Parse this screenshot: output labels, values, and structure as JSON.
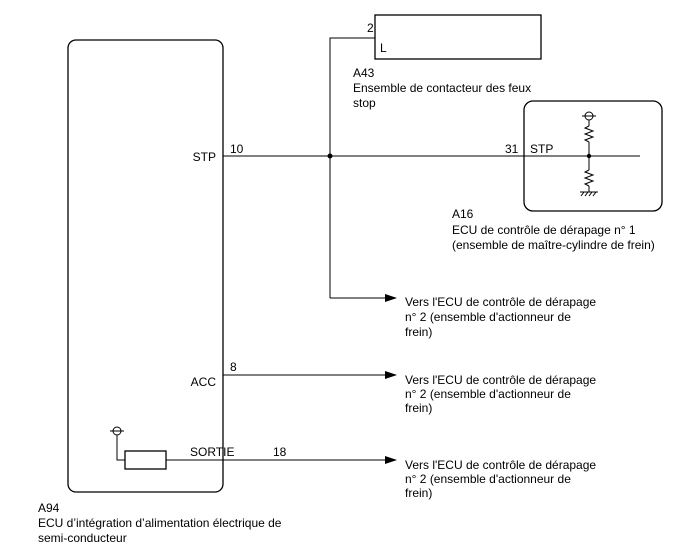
{
  "a94": {
    "code": "A94",
    "name_line1": "ECU d’intégration d’alimentation électrique de",
    "name_line2": "semi-conducteur",
    "pins": {
      "stp": {
        "label": "STP",
        "number": "10"
      },
      "acc": {
        "label": "ACC",
        "number": "8"
      },
      "sortie": {
        "label": "SORTIE",
        "number": "18"
      }
    }
  },
  "a43": {
    "code": "A43",
    "name_line1": "Ensemble de contacteur des feux",
    "name_line2": "stop",
    "pin_number": "2",
    "pin_label": "L"
  },
  "a16": {
    "code": "A16",
    "name_line1": "ECU de contrôle de dérapage n° 1",
    "name_line2": "(ensemble de maître-cylindre de frein)",
    "pin_number": "31",
    "pin_label": "STP"
  },
  "destinations": [
    {
      "line1": "Vers l'ECU de contrôle de dérapage",
      "line2": "n° 2 (ensemble d'actionneur de",
      "line3": "frein)"
    },
    {
      "line1": "Vers l'ECU de contrôle de dérapage",
      "line2": "n° 2 (ensemble d'actionneur de",
      "line3": "frein)"
    },
    {
      "line1": "Vers l'ECU de contrôle de dérapage",
      "line2": "n° 2 (ensemble d'actionneur de",
      "line3": "frein)"
    }
  ]
}
